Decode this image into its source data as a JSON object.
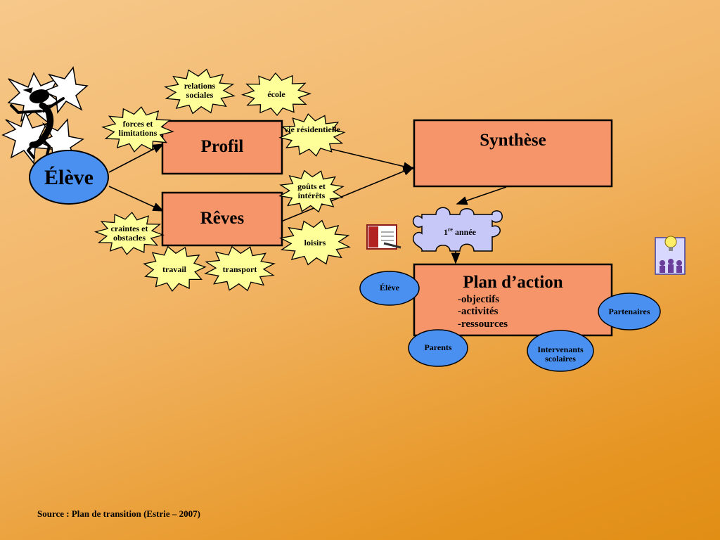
{
  "center": {
    "label": "Élève"
  },
  "boxes": {
    "profil": "Profil",
    "reves": "Rêves",
    "synthese": "Synthèse"
  },
  "stars": {
    "relations_sociales": "relations sociales",
    "ecole": "école",
    "forces_limitations": "forces et limitations",
    "vie_residentielle": "vie résidentielle",
    "gouts_interets": "goûts et intérêts",
    "craintes_obstacles": "craintes et obstacles",
    "loisirs": "loisirs",
    "travail": "travail",
    "transport": "transport"
  },
  "puzzle": {
    "prefix": "1",
    "superscript": "re",
    "suffix": " année"
  },
  "plan": {
    "title": "Plan d’action",
    "items": [
      "-objectifs",
      "-activités",
      "-ressources"
    ]
  },
  "ovals": {
    "eleve": "Élève",
    "partenaires": "Partenaires",
    "parents": "Parents",
    "intervenants": "Intervenants scolaires"
  },
  "source": "Source : Plan de transition (Estrie – 2007)",
  "colors": {
    "box_fill": "#f7956a",
    "oval_fill": "#4a90f0",
    "star_fill": "#ffff99",
    "puzzle_fill": "#c8c8f8"
  }
}
